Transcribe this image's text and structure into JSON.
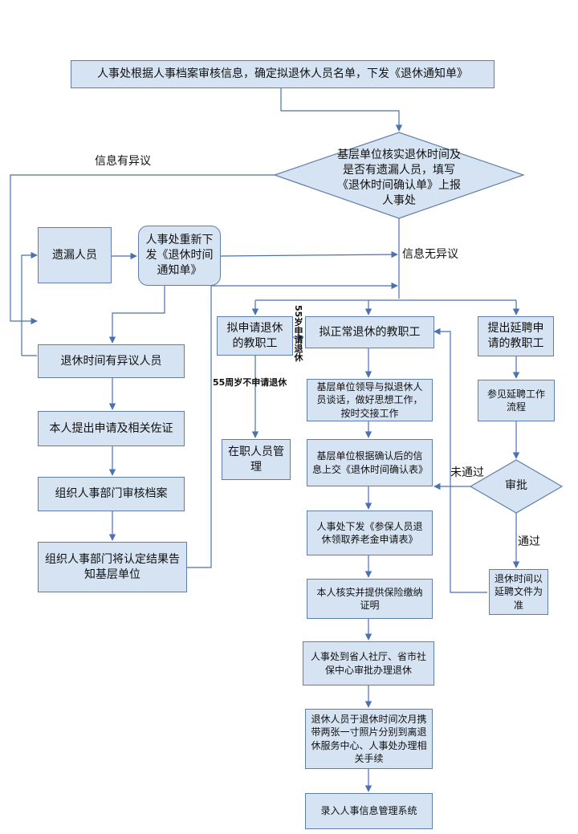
{
  "nodes": {
    "top": "人事处根据人事档案审核信息，确定拟退休人员名单，下发《退休通知单》",
    "verify": "基层单位核实退休时间及是否有遗漏人员，填写《退休时间确认单》上报人事处",
    "missing": "遗漏人员",
    "reissue": "人事处重新下发《退休时间通知单》",
    "dispute": "退休时间有异议人员",
    "self_apply": "本人提出申请及相关佐证",
    "org_review": "组织人事部门审核档案",
    "org_notify": "组织人事部门将认定结果告知基层单位",
    "apply_staff": "拟申请退休的教职工",
    "in_service": "在职人员管理",
    "normal_retire": "拟正常退休的教职工",
    "talk": "基层单位领导与拟退休人员谈话，做好思想工作，按时交接工作",
    "submit": "基层单位根据确认后的信息上交《退休时间确认表》",
    "issue_form": "人事处下发《参保人员退休领取养老金申请表》",
    "insurance": "本人核实并提供保险缴纳证明",
    "approve_office": "人事处到省人社厅、省市社保中心审批办理退休",
    "photos": "退休人员于退休时间次月携带两张一寸照片分别到离退休服务中心、人事处办理相关手续",
    "enter_system": "录入人事信息管理系统",
    "extend_apply": "提出延聘申请的教职工",
    "extend_flow": "参见延聘工作流程",
    "approval": "审批",
    "extend_result": "退休时间以延聘文件为准"
  },
  "labels": {
    "has_objection": "信息有异议",
    "no_objection": "信息无异议",
    "age55_apply": "55岁申请退休",
    "age55_not_apply": "55周岁不申请退休",
    "not_passed": "未通过",
    "passed": "通过"
  },
  "colors": {
    "box_fill": "#d6e3f2",
    "box_border": "#5f7fa8",
    "line": "#4a72b0"
  }
}
